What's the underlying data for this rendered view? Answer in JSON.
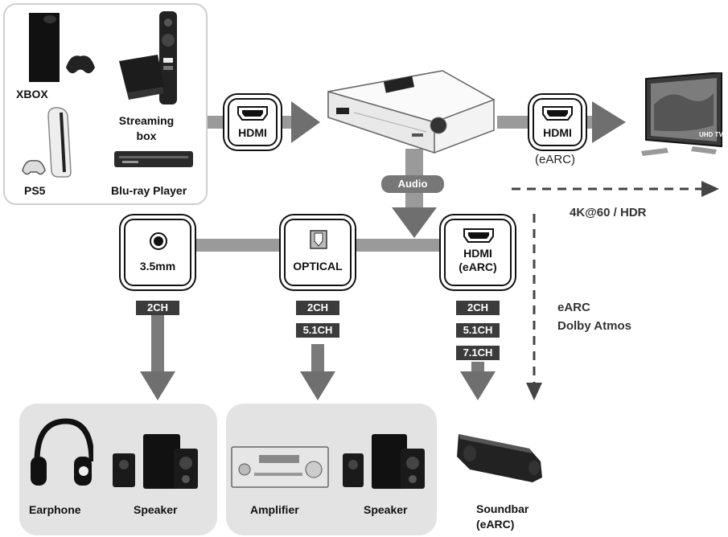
{
  "sources": {
    "xbox": "XBOX",
    "streaming": "Streaming\nbox",
    "ps5": "PS5",
    "bluray": "Blu-ray Player"
  },
  "input_port": {
    "label": "HDMI"
  },
  "output_port": {
    "label": "HDMI",
    "sub": "(eARC)"
  },
  "video_spec": "4K@60 / HDR",
  "audio_label": "Audio",
  "audio_ports": [
    {
      "label": "3.5mm",
      "channels": [
        "2CH"
      ]
    },
    {
      "label": "OPTICAL",
      "channels": [
        "2CH",
        "5.1CH"
      ]
    },
    {
      "label": "HDMI\n(eARC)",
      "channels": [
        "2CH",
        "5.1CH",
        "7.1CH"
      ]
    }
  ],
  "earc_note": {
    "line1": "eARC",
    "line2": "Dolby Atmos"
  },
  "devices": {
    "earphone": "Earphone",
    "speaker1": "Speaker",
    "amplifier": "Amplifier",
    "speaker2": "Speaker",
    "soundbar": "Soundbar\n(eARC)"
  },
  "colors": {
    "arrow": "#6f6f6f",
    "connector": "#9a9a9a",
    "tag": "#3b3b3b",
    "panel": "#e3e3e3"
  }
}
